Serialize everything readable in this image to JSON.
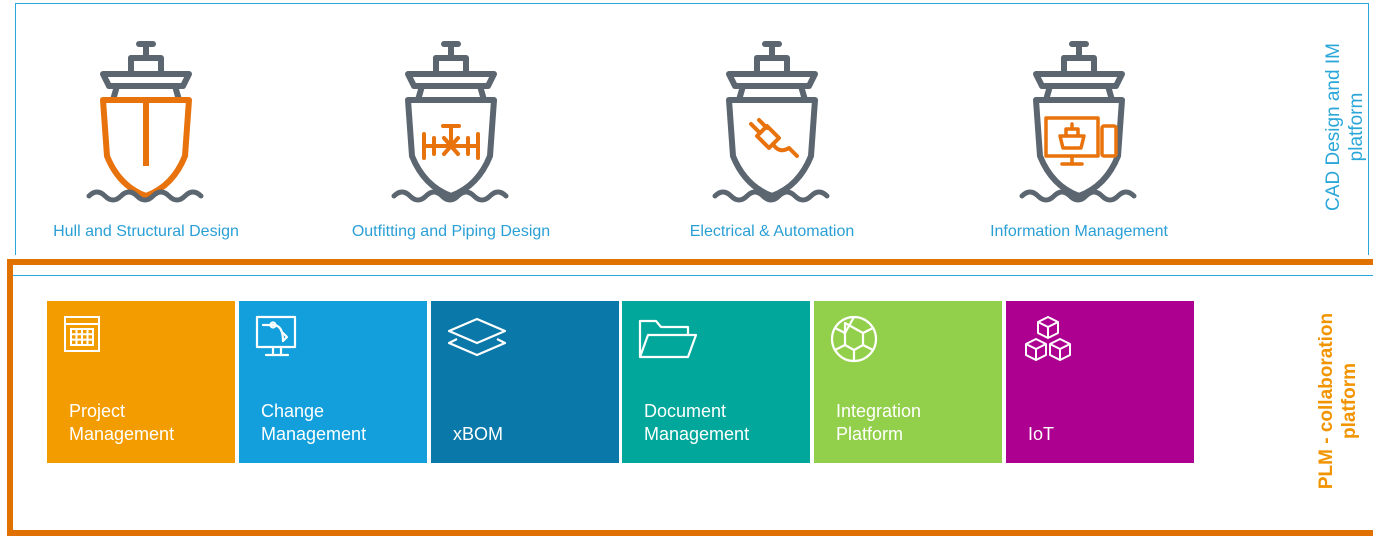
{
  "cad": {
    "items": [
      {
        "label": "Hull and Structural Design",
        "icon": "ship-hull-icon"
      },
      {
        "label": "Outfitting and Piping Design",
        "icon": "ship-piping-icon"
      },
      {
        "label": "Electrical & Automation",
        "icon": "ship-electrical-icon"
      },
      {
        "label": "Information Management",
        "icon": "ship-information-icon"
      }
    ],
    "side_label_line1": "CAD Design and IM",
    "side_label_line2": "platform"
  },
  "plm": {
    "tiles": [
      {
        "label": "Project\nManagement",
        "color": "#f39c00",
        "icon": "calendar-grid-icon"
      },
      {
        "label": "Change\nManagement",
        "color": "#129fdc",
        "icon": "monitor-curve-icon"
      },
      {
        "label": "xBOM",
        "color": "#0a78a8",
        "icon": "layers-icon"
      },
      {
        "label": "Document\nManagement",
        "color": "#00a79a",
        "icon": "folder-icon"
      },
      {
        "label": "Integration\nPlatform",
        "color": "#92cf4a",
        "icon": "aperture-icon"
      },
      {
        "label": "IoT",
        "color": "#ad0091",
        "icon": "cubes-icon"
      }
    ],
    "side_label_line1": "PLM - collaboration",
    "side_label_line2": "platform"
  },
  "colors": {
    "ship_gray": "#5b6670",
    "accent_orange": "#e8720c",
    "cad_blue": "#2aa6d8",
    "plm_orange": "#e07000"
  }
}
